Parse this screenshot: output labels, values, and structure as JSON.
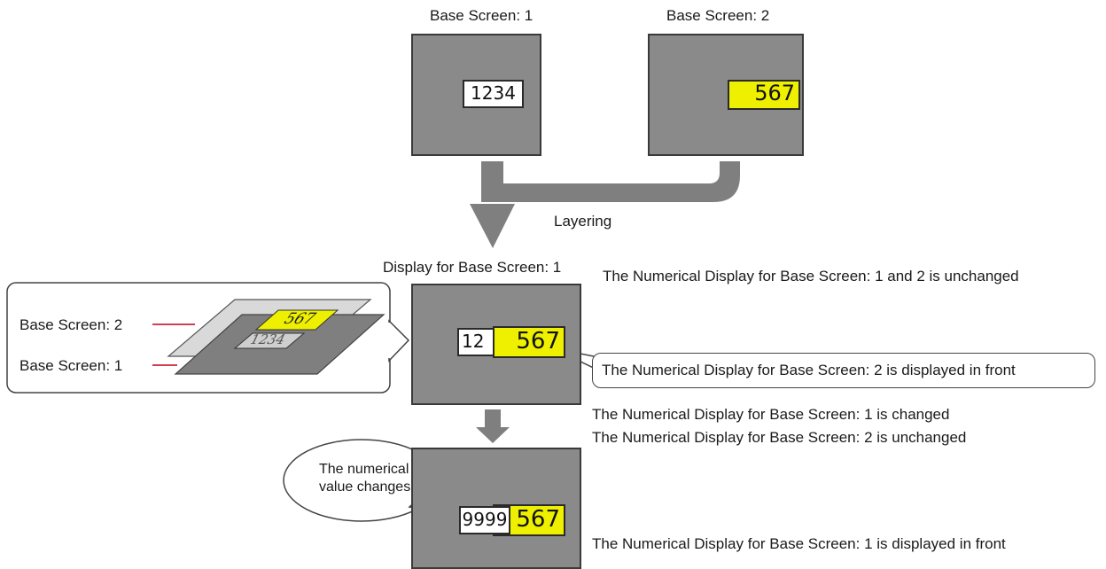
{
  "top": {
    "screen1_title": "Base Screen: 1",
    "screen2_title": "Base Screen: 2",
    "screen1_value": "1234",
    "screen2_value": "567",
    "layering_label": "Layering"
  },
  "middle": {
    "display_title": "Display for Base Screen: 1",
    "left_value": "12",
    "right_value": "567",
    "note_unchanged": "The Numerical Display for Base Screen: 1 and 2 is unchanged",
    "note_front": "The Numerical Display for Base Screen: 2 is displayed in front",
    "note_changed_1": "The Numerical Display for Base Screen: 1 is changed",
    "note_changed_2": "The Numerical Display for Base Screen: 2 is unchanged"
  },
  "inset": {
    "layer_top_label": "Base Screen: 2",
    "layer_bottom_label": "Base Screen: 1",
    "yellow_value": "567",
    "white_value": "1234"
  },
  "bottom": {
    "bubble_line1": "The numerical",
    "bubble_line2": "value changes",
    "white_value": "9999",
    "yellow_value": "567",
    "note_front": "The Numerical Display for Base Screen: 1 is displayed in front"
  },
  "colors": {
    "screen": "#8a8a8a",
    "highlight": "#eef000",
    "arrow": "#7f7f7f",
    "leader": "#c0001a"
  }
}
